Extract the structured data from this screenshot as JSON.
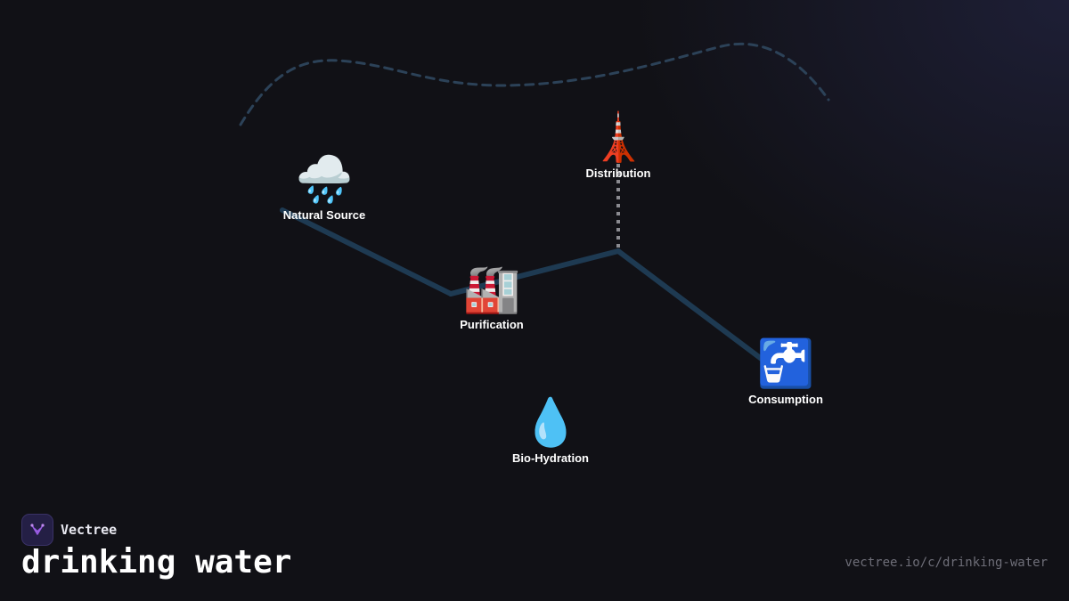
{
  "nodes": [
    {
      "id": "natural-source",
      "label": "Natural Source",
      "icon": "rain-cloud-icon",
      "glyph": "🌧️"
    },
    {
      "id": "distribution",
      "label": "Distribution",
      "icon": "tower-icon",
      "glyph": "🗼"
    },
    {
      "id": "purification",
      "label": "Purification",
      "icon": "factory-icon",
      "glyph": "🏭"
    },
    {
      "id": "consumption",
      "label": "Consumption",
      "icon": "water-tap-icon",
      "glyph": "🚰"
    },
    {
      "id": "bio-hydration",
      "label": "Bio-Hydration",
      "icon": "droplet-icon",
      "glyph": "💧"
    }
  ],
  "edges": [
    {
      "from": "natural-source",
      "to": "purification",
      "style": "solid"
    },
    {
      "from": "purification",
      "to": "distribution",
      "style": "solid"
    },
    {
      "from": "distribution",
      "to": "consumption",
      "style": "solid"
    },
    {
      "from": "distribution",
      "to": "distribution-tower",
      "style": "dotted"
    },
    {
      "from": "consumption",
      "to": "natural-source",
      "style": "dashed"
    }
  ],
  "colors": {
    "background": "#111116",
    "edge_solid": "#1e3a52",
    "edge_dashed": "#2c4258",
    "edge_dotted": "#8a8a90",
    "brand_accent": "#9b5de5"
  },
  "brand": {
    "name": "Vectree",
    "logo_icon": "vectree-logo-icon"
  },
  "topic": "drinking water",
  "url": "vectree.io/c/drinking-water"
}
